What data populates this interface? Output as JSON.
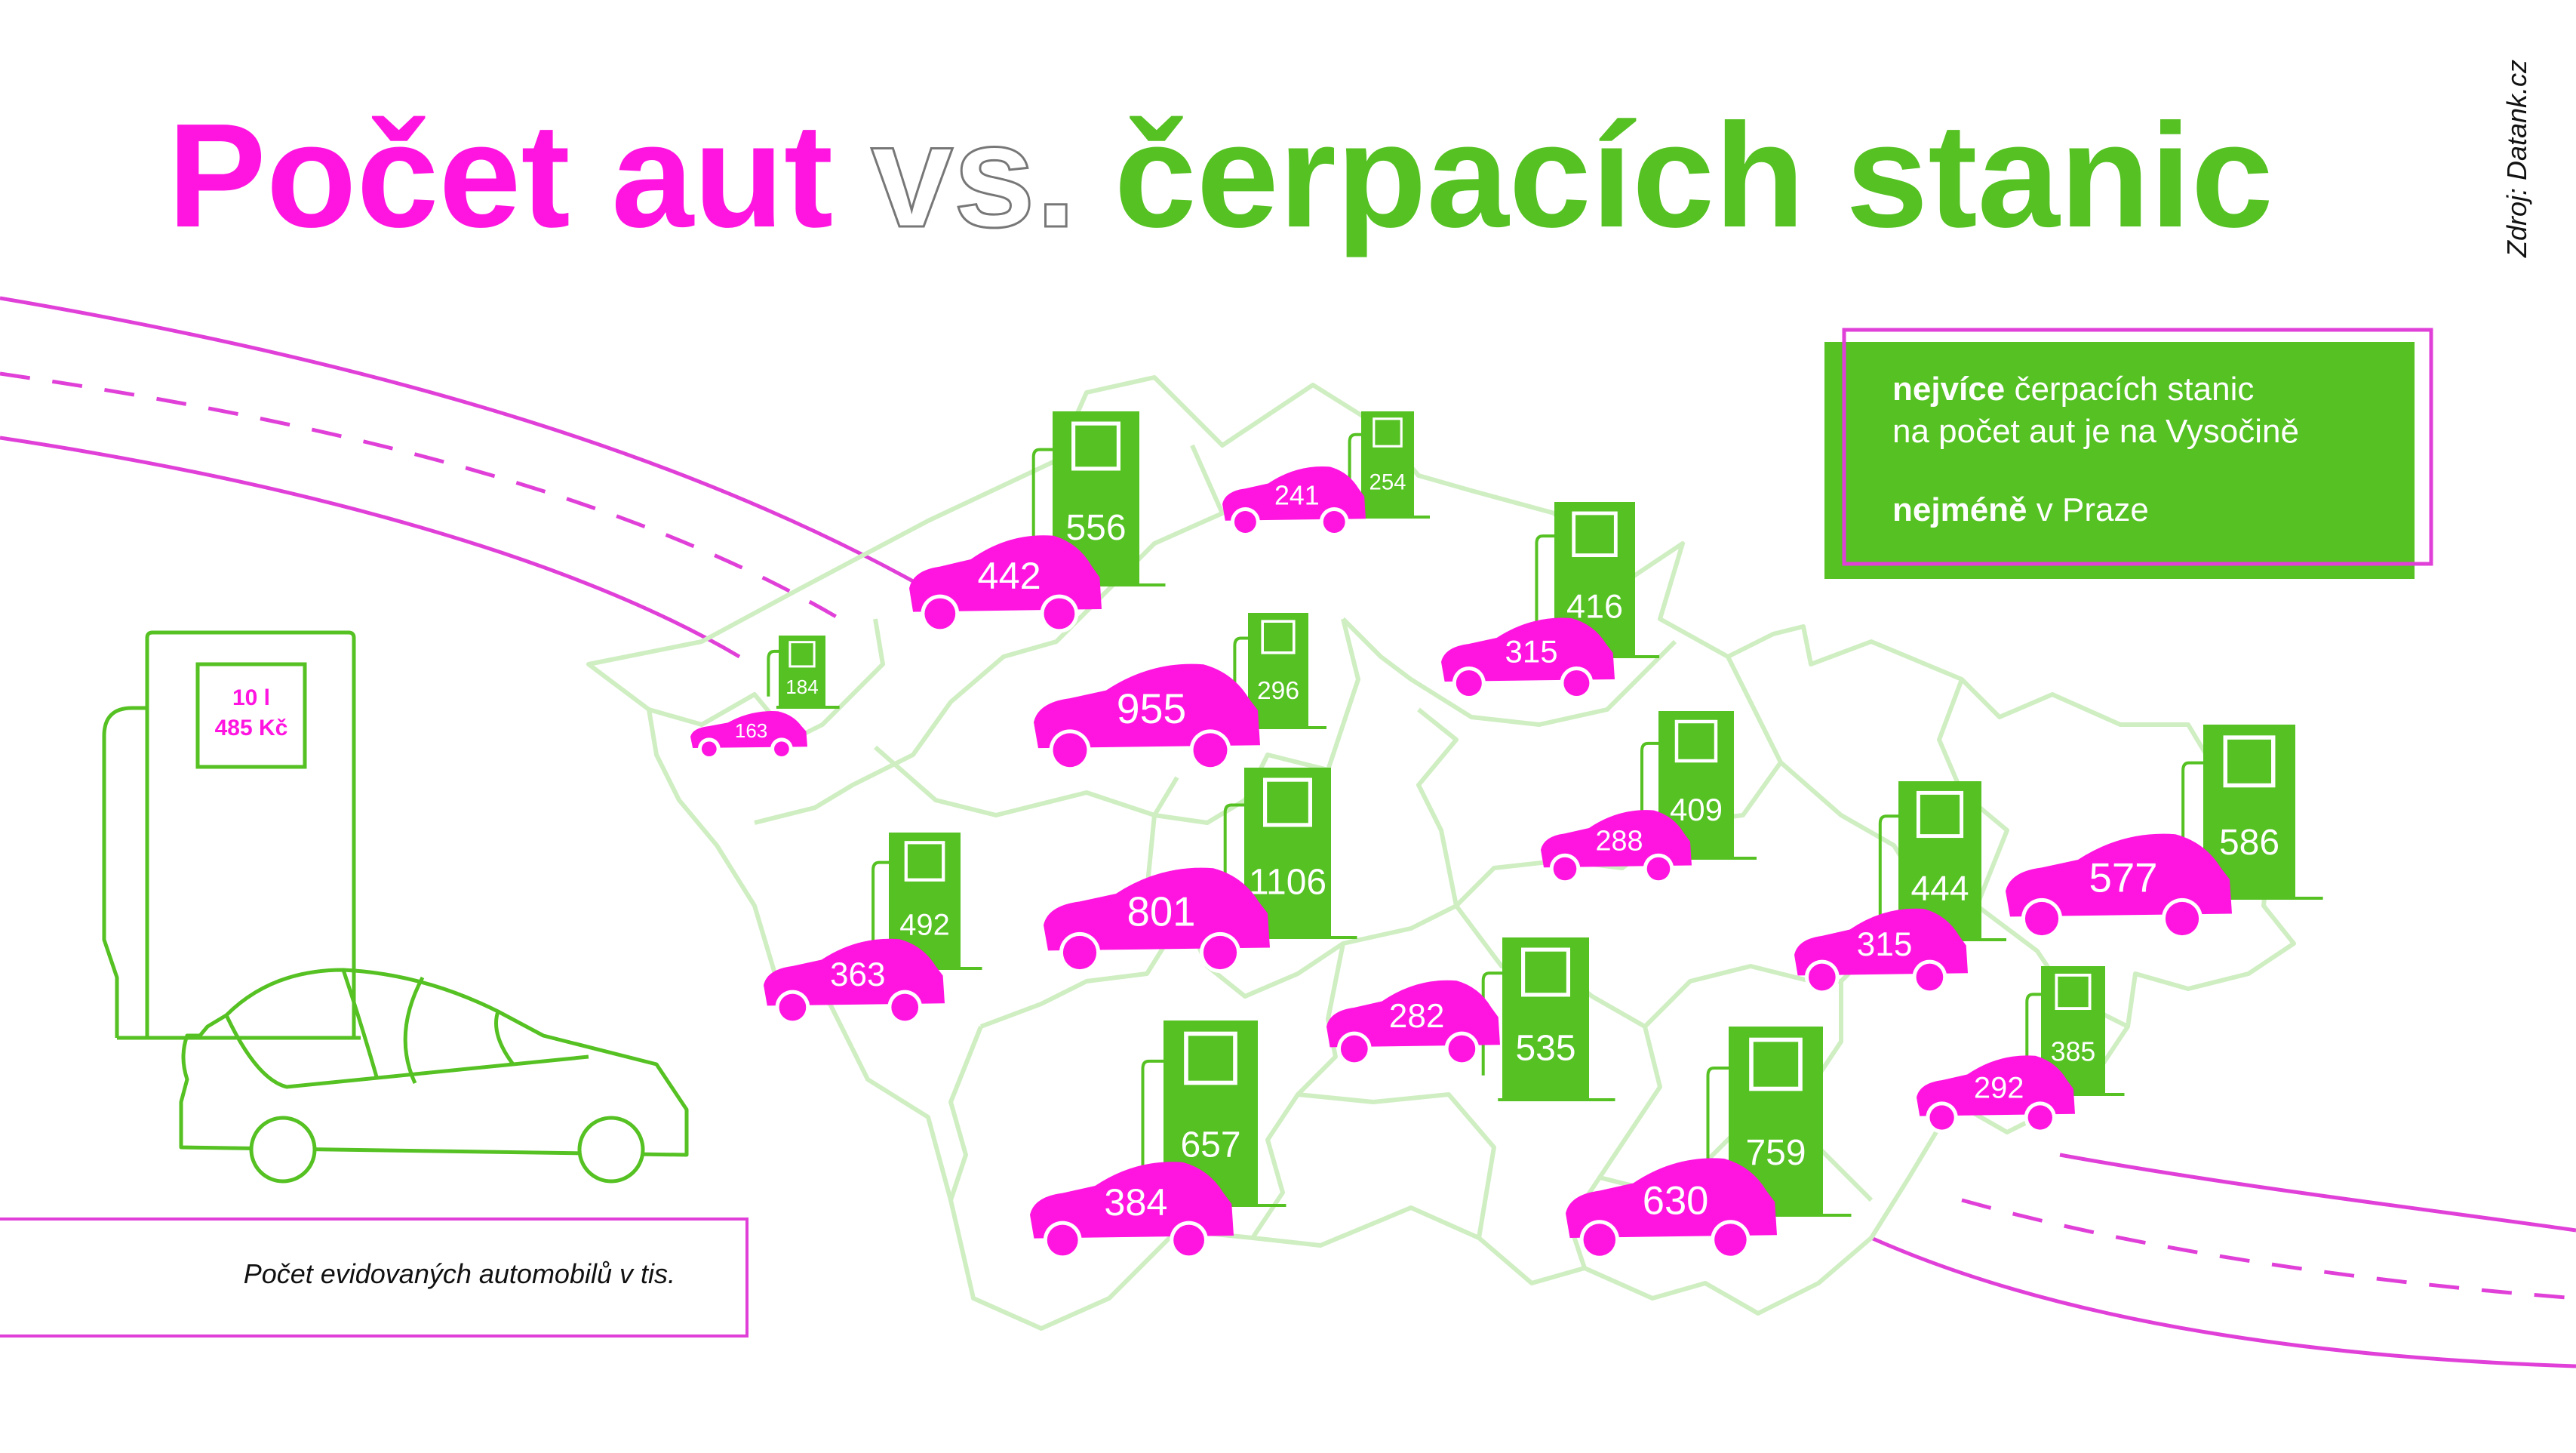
{
  "title": {
    "part1": "Počet aut",
    "vs": "vs.",
    "part2": "čerpacích stanic"
  },
  "source": "Zdroj: Datank.cz",
  "info_box": {
    "line1_bold": "nejvíce",
    "line1_rest": " čerpacích stanic",
    "line2": "na počet aut je na Vysočině",
    "line3_bold": "nejméně",
    "line3_rest": " v Praze"
  },
  "pump_display": {
    "line1": "10 l",
    "line2": "485 Kč"
  },
  "legend": "Počet evidovaných automobilů v tis.",
  "colors": {
    "cars": "#ff14e0",
    "stations": "#55c122",
    "map_border": "#cfeec2",
    "road": "#e040d8"
  },
  "regions": [
    {
      "cars": "163",
      "stations": "184"
    },
    {
      "cars": "442",
      "stations": "556"
    },
    {
      "cars": "241",
      "stations": "254"
    },
    {
      "cars": "955",
      "stations": "296"
    },
    {
      "cars": "315",
      "stations": "416"
    },
    {
      "cars": "363",
      "stations": "492"
    },
    {
      "cars": "801",
      "stations": "1106"
    },
    {
      "cars": "288",
      "stations": "409"
    },
    {
      "cars": "282",
      "stations": "535"
    },
    {
      "cars": "384",
      "stations": "657"
    },
    {
      "cars": "630",
      "stations": "759"
    },
    {
      "cars": "315",
      "stations": "444"
    },
    {
      "cars": "577",
      "stations": "586"
    },
    {
      "cars": "292",
      "stations": "385"
    }
  ]
}
